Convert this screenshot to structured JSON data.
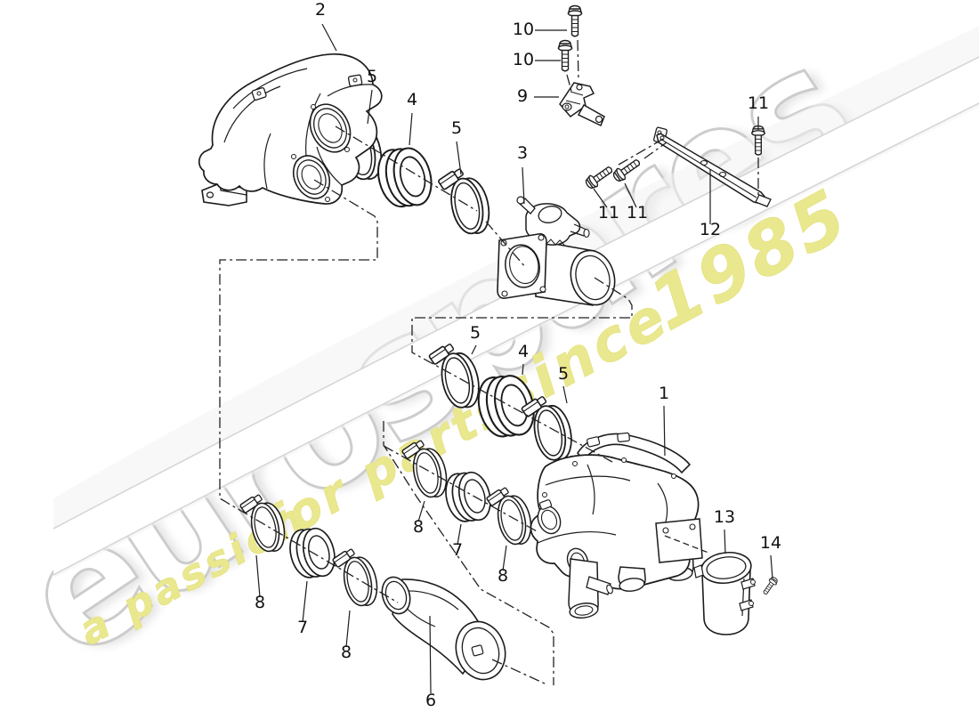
{
  "watermark": {
    "brand": "eurospares",
    "tagline_segments": [
      "a passion",
      "for parts",
      "since",
      "1985"
    ],
    "brand_outline_color": "#cccccc",
    "brand_shadow_color": "#e4e4e4",
    "tagline_color": "#eae88f"
  },
  "diagram": {
    "line_color": "#1c1c1c",
    "callouts": [
      {
        "text": "2"
      },
      {
        "text": "5"
      },
      {
        "text": "4"
      },
      {
        "text": "5"
      },
      {
        "text": "10"
      },
      {
        "text": "10"
      },
      {
        "text": "9"
      },
      {
        "text": "3"
      },
      {
        "text": "11"
      },
      {
        "text": "11"
      },
      {
        "text": "11"
      },
      {
        "text": "12"
      },
      {
        "text": "5"
      },
      {
        "text": "4"
      },
      {
        "text": "5"
      },
      {
        "text": "1"
      },
      {
        "text": "8"
      },
      {
        "text": "7"
      },
      {
        "text": "8"
      },
      {
        "text": "8"
      },
      {
        "text": "7"
      },
      {
        "text": "8"
      },
      {
        "text": "6"
      },
      {
        "text": "13"
      },
      {
        "text": "14"
      }
    ]
  }
}
